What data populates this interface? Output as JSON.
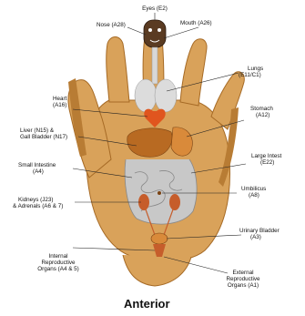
{
  "labels": {
    "eyes": "Eyes (E2)",
    "nose": "Nose (A28)",
    "mouth": "Mouth (A26)",
    "lungs_1": "Lungs",
    "lungs_2": "(E11/C1)",
    "heart_1": "Heart",
    "heart_2": "(A16)",
    "stomach_1": "Stomach",
    "stomach_2": "(A12)",
    "liver_1": "Liver (N15) &",
    "liver_2": "Gall Bladder (N17)",
    "large_1": "Large Intest",
    "large_2": "(E22)",
    "small_1": "Small Intestine",
    "small_2": "(A4)",
    "umbilicus_1": "Umbilicus",
    "umbilicus_2": "(A8)",
    "kidneys_1": "Kidneys (J23)",
    "kidneys_2": "& Adrenals (A6 & 7)",
    "bladder_1": "Urinary Bladder",
    "bladder_2": "(A3)",
    "int_repro_1": "Internal",
    "int_repro_2": "Reproductive",
    "int_repro_3": "Organs (A4 & 5)",
    "ext_repro_1": "External",
    "ext_repro_2": "Reproductive",
    "ext_repro_3": "Organs (A1)"
  },
  "view_title": "Anterior",
  "colors": {
    "skin": "#d9a25a",
    "skin_shade": "#b87c34",
    "liver": "#b86a22",
    "heart": "#e0551e",
    "organ_gray": "#c8c8c8",
    "kidney": "#c65d2b"
  }
}
